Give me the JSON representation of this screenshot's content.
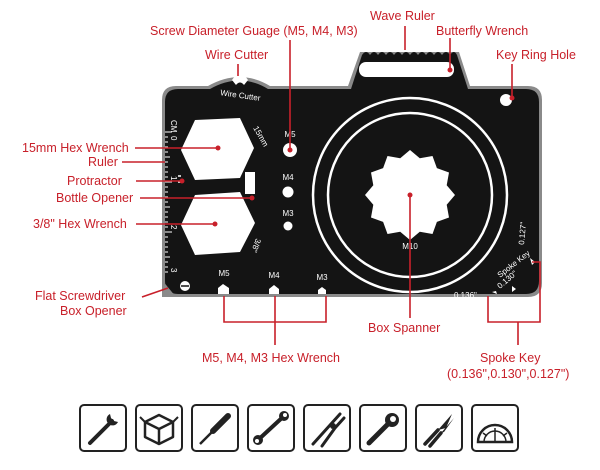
{
  "labels": {
    "screw_gauge": "Screw Diameter Guage (M5, M4, M3)",
    "wave_ruler": "Wave Ruler",
    "butterfly_wrench": "Butterfly Wrench",
    "wire_cutter": "Wire Cutter",
    "key_ring_hole": "Key Ring Hole",
    "hex_15mm": "15mm Hex Wrench",
    "ruler": "Ruler",
    "protractor": "Protractor",
    "bottle_opener": "Bottle Opener",
    "hex_3_8": "3/8\" Hex Wrench",
    "flat_screwdriver_1": "Flat Screwdriver",
    "flat_screwdriver_2": "Box Opener",
    "box_spanner": "Box Spanner",
    "hex_m5_m4_m3": "M5, M4, M3 Hex Wrench",
    "spoke_key_1": "Spoke Key",
    "spoke_key_2": "(0.136\",0.130\",0.127\")"
  },
  "tool_marks": {
    "wire_cutter_text": "Wire Cutter",
    "cm": "CM",
    "ruler_0": "0",
    "ruler_1": "1",
    "ruler_2": "2",
    "ruler_3": "3",
    "mm15": "15mm",
    "m5_hole": "M5",
    "m4_hole": "M4",
    "m3_hole": "M3",
    "inch38": "3/8\"",
    "m10": "M10",
    "spoke_key": "Spoke Key",
    "s127": "0.127\"",
    "s130": "0.130\"",
    "s136": "0.136\"",
    "m5_bottom": "M5",
    "m4_bottom": "M4",
    "m3_bottom": "M3"
  },
  "icons": [
    "wrench-icon",
    "box-icon",
    "screwdriver-icon",
    "spanner-icon",
    "pliers-icon",
    "bottle-opener-icon",
    "wire-cutter-icon",
    "protractor-icon"
  ],
  "colors": {
    "accent": "#c8202a",
    "tool": "#141414",
    "tool_edge": "#8a8a8a"
  }
}
